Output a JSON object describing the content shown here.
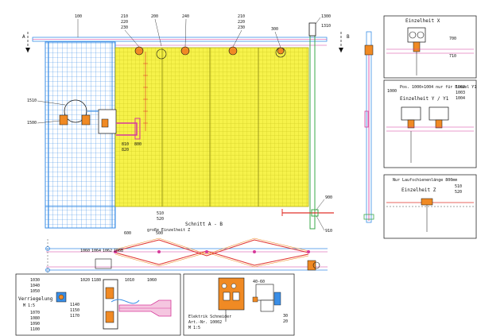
{
  "drawing": {
    "section_marks": {
      "a": "A",
      "b": "B"
    },
    "section_title": "Schnitt A - B",
    "section_title_note": "große Einzelheit Z",
    "top_refs": {
      "r100": "100",
      "r210a": "210",
      "r220a": "220",
      "r230a": "230",
      "r200": "200",
      "r240": "240",
      "r210b": "210",
      "r220b": "220",
      "r230b": "230",
      "r300": "300",
      "r1300": "1300",
      "r1310": "1310"
    },
    "left_refs": {
      "r1510": "1510",
      "r1500": "1500"
    },
    "mid_refs": {
      "r810": "810",
      "r820": "820",
      "r800": "800",
      "r510": "510",
      "r520": "520",
      "r900": "900",
      "r910": "910",
      "r600": "600",
      "r500": "500"
    },
    "rail_refs": {
      "r1060": "1060",
      "r1064": "1064",
      "r1062": "1062",
      "r1068": "1068"
    },
    "detail_x": {
      "title": "Einzelheit X",
      "r700": "700",
      "r710": "710"
    },
    "detail_y": {
      "title": "Einzelheit Y / Y1",
      "note": "Pos. 1000+1004 nur für Einzel Y1",
      "r1000": "1000",
      "r1002": "1002",
      "r1003": "1003",
      "r1004": "1004"
    },
    "detail_z": {
      "title": "Einzelheit Z",
      "note": "Nur Laufschienenlänge 800mm",
      "r510": "510",
      "r520": "520"
    },
    "lock_detail": {
      "title": "Verriegelung",
      "scale": "M 1:5",
      "refs": {
        "r1030": "1030",
        "r1040": "1040",
        "r1050": "1050",
        "r1020": "1020",
        "r1180": "1180",
        "r1010": "1010",
        "r1060": "1060",
        "r1140": "1140",
        "r1150": "1150",
        "r1170": "1170",
        "r1070": "1070",
        "r1080": "1080",
        "r1090": "1090",
        "r1100": "1100"
      }
    },
    "switch_detail": {
      "title": "Elektrik Schneider",
      "art": "Art.-Nr. 10002",
      "scale": "M 1:5",
      "refs": {
        "r4060": "40-60",
        "r30": "30",
        "r20": "20"
      }
    },
    "colors": {
      "blue_panel": "#3a8ee6",
      "yellow_panel": "#f2ee3a",
      "magenta": "#d6389a",
      "red": "#e0302a",
      "green": "#3aa84a",
      "orange": "#f08a24",
      "black": "#111111"
    }
  }
}
